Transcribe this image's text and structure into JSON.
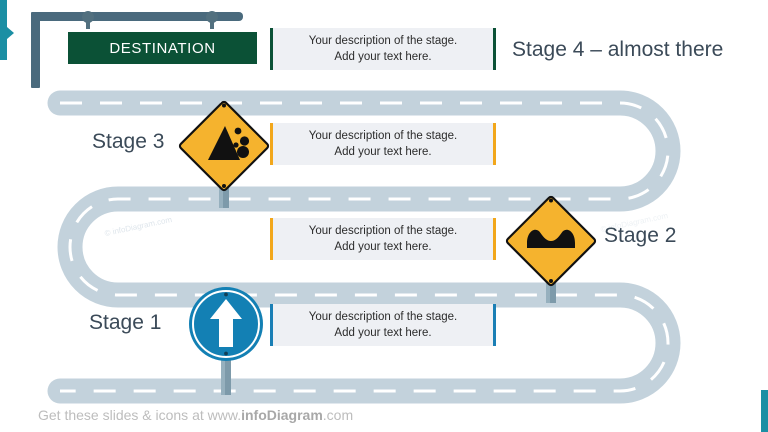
{
  "slide": {
    "title_sign": "DESTINATION",
    "footer_prefix": "Get these slides & icons at www.",
    "footer_brand": "infoDiagram",
    "footer_suffix": ".com",
    "watermark": "© infoDiagram.com"
  },
  "colors": {
    "road": "#c3d2dc",
    "road_dash": "#ffffff",
    "gantry": "#4a6a7d",
    "destination_green": "#0b5136",
    "accent_green": "#0b5136",
    "accent_orange": "#f2a71b",
    "accent_blue": "#1a7fb5",
    "teal": "#1b8fa4",
    "sign_yellow": "#f5b32e",
    "sign_blue": "#1380b4",
    "textbox_bg": "#eef0f4",
    "label_text": "#3b4a58"
  },
  "stages": [
    {
      "id": "stage-4",
      "label": "Stage 4 – almost there",
      "description_line1": "Your description of the stage.",
      "description_line2": "Add your text here.",
      "accent": "#0b5136",
      "sign": "destination-sign",
      "sign_label": "DESTINATION",
      "label_side": "right"
    },
    {
      "id": "stage-3",
      "label": "Stage 3",
      "description_line1": "Your description of the stage.",
      "description_line2": "Add your text here.",
      "accent": "#f2a71b",
      "sign": "falling-rocks-sign",
      "label_side": "left"
    },
    {
      "id": "stage-2",
      "label": "Stage 2",
      "description_line1": "Your description of the stage.",
      "description_line2": "Add your text here.",
      "accent": "#f2a71b",
      "sign": "bump-road-sign",
      "label_side": "right"
    },
    {
      "id": "stage-1",
      "label": "Stage 1",
      "description_line1": "Your description of the stage.",
      "description_line2": "Add your text here.",
      "accent": "#1a7fb5",
      "sign": "straight-ahead-arrow-sign",
      "label_side": "left"
    }
  ]
}
